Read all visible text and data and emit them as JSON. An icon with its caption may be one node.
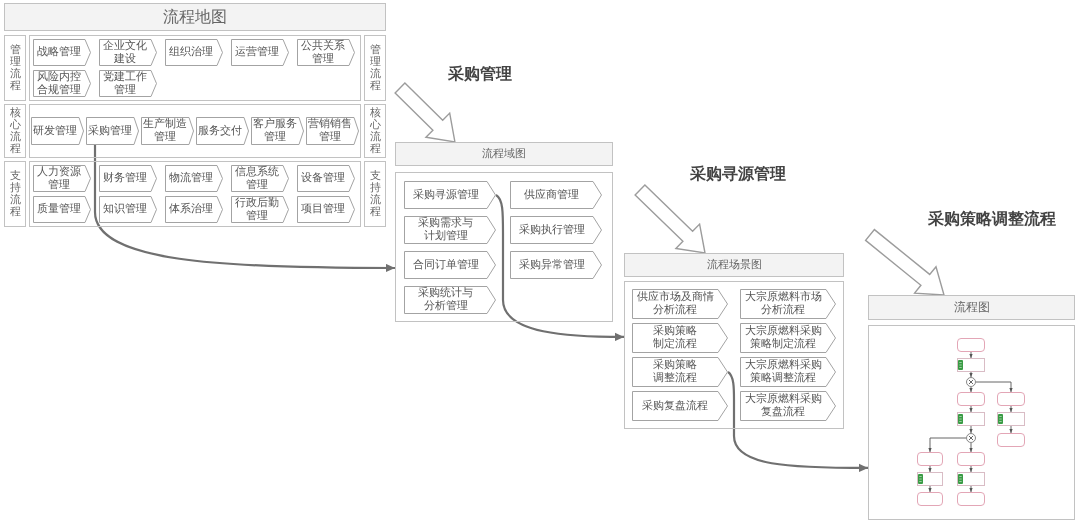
{
  "diagram": {
    "nodes": [
      {
        "text": [
          "流程地图"
        ]
      },
      {
        "text": [
          "管理流程"
        ]
      },
      {
        "text": [],
        "shape": "box"
      },
      {
        "text": [
          "战略管理"
        ],
        "in": 2
      },
      {
        "text": [
          "企业文化建设"
        ],
        "in": 2
      },
      {
        "text": [
          "组织治理"
        ],
        "in": 2
      },
      {
        "text": [
          "运营管理"
        ],
        "in": 2
      },
      {
        "text": [
          "公共关系管理"
        ],
        "in": 2
      },
      {
        "text": [
          "风险内控合规管理"
        ],
        "in": 2
      },
      {
        "text": [
          "党建工作管理"
        ],
        "in": 2
      },
      {
        "text": [
          "管理流程"
        ]
      },
      {
        "text": [
          "核心流程"
        ]
      },
      {
        "text": [],
        "shape": "box"
      },
      {
        "text": [
          "研发管理"
        ],
        "in": 12
      },
      {
        "text": [
          "采购管理"
        ],
        "in": 12
      },
      {
        "text": [
          "生产制造管理"
        ],
        "in": 12
      },
      {
        "text": [
          "服务交付"
        ],
        "in": 12
      },
      {
        "text": [
          "客户服务管理"
        ],
        "in": 12
      },
      {
        "text": [
          "营销销售管理"
        ],
        "in": 12
      },
      {
        "text": [
          "核心流程"
        ]
      },
      {
        "text": [
          "支持流程"
        ]
      },
      {
        "text": [],
        "shape": "box"
      },
      {
        "text": [
          "人力资源管理"
        ],
        "in": 21
      },
      {
        "text": [
          "财务管理"
        ],
        "in": 21
      },
      {
        "text": [
          "物流管理"
        ],
        "in": 21
      },
      {
        "text": [
          "信息系统管理"
        ],
        "in": 21
      },
      {
        "text": [
          "设备管理"
        ],
        "in": 21
      },
      {
        "text": [
          "质量管理"
        ],
        "in": 21
      },
      {
        "text": [
          "知识管理"
        ],
        "in": 21
      },
      {
        "text": [
          "体系治理"
        ],
        "in": 21
      },
      {
        "text": [
          "行政后勤管理"
        ],
        "in": 21
      },
      {
        "text": [
          "项目管理"
        ],
        "in": 21
      },
      {
        "text": [
          "支持流程"
        ]
      },
      {
        "text": [
          "流程域图"
        ]
      },
      {
        "text": [],
        "shape": "box"
      },
      {
        "text": [
          "采购寻源管理"
        ],
        "in": 34
      },
      {
        "text": [
          "供应商管理"
        ],
        "in": 34
      },
      {
        "text": [
          "采购需求与计划管理"
        ],
        "in": 34
      },
      {
        "text": [
          "采购执行管理"
        ],
        "in": 34
      },
      {
        "text": [
          "合同订单管理"
        ],
        "in": 34
      },
      {
        "text": [
          "采购异常管理"
        ],
        "in": 34
      },
      {
        "text": [
          "采购统计与分析管理"
        ],
        "in": 34
      },
      {
        "text": [
          "流程场景图"
        ]
      },
      {
        "text": [],
        "shape": "box"
      },
      {
        "text": [
          "供应市场及商情分析流程"
        ],
        "in": 43
      },
      {
        "text": [
          "大宗原燃料市场分析流程"
        ],
        "in": 43
      },
      {
        "text": [
          "采购策略制定流程"
        ],
        "in": 43
      },
      {
        "text": [
          "大宗原燃料采购策略制定流程"
        ],
        "in": 43
      },
      {
        "text": [
          "采购策略调整流程"
        ],
        "in": 43
      },
      {
        "text": [
          "大宗原燃料采购策略调整流程"
        ],
        "in": 43
      },
      {
        "text": [
          "采购复盘流程"
        ],
        "in": 43
      },
      {
        "text": [
          "大宗原燃料采购复盘流程"
        ],
        "in": 43
      },
      {
        "text": [
          "流程图"
        ]
      },
      {
        "text": [],
        "shape": "box"
      },
      {
        "text": [],
        "shape": "box",
        "in": 53
      },
      {
        "text": [],
        "shape": "box",
        "in": 53
      },
      {
        "text": [],
        "shape": "circle",
        "in": 53
      },
      {
        "text": [],
        "shape": "box",
        "in": 53
      },
      {
        "text": [],
        "shape": "box",
        "in": 53
      },
      {
        "text": [],
        "shape": "box",
        "in": 53
      },
      {
        "text": [],
        "shape": "box",
        "in": 53
      },
      {
        "text": [],
        "shape": "circle",
        "in": 53
      },
      {
        "text": [],
        "shape": "box",
        "in": 53
      },
      {
        "text": [],
        "shape": "box",
        "in": 53
      },
      {
        "text": [],
        "shape": "box",
        "in": 53
      },
      {
        "text": [],
        "shape": "box",
        "in": 53
      },
      {
        "text": [],
        "shape": "box",
        "in": 53
      },
      {
        "text": [],
        "shape": "box",
        "in": 53
      },
      {
        "text": [],
        "shape": "box",
        "in": 53
      }
    ],
    "edges": [
      {
        "from": 14,
        "to": 34,
        "arrow": "to"
      },
      {
        "from": null,
        "to": 33,
        "arrow": "to",
        "label": "采购管理",
        "style": "thick"
      },
      {
        "from": 35,
        "to": 43,
        "arrow": "to"
      },
      {
        "from": null,
        "to": 42,
        "arrow": "to",
        "label": "采购寻源管理",
        "style": "thick"
      },
      {
        "from": 48,
        "to": 53,
        "arrow": "to"
      },
      {
        "from": null,
        "to": 52,
        "arrow": "to",
        "label": "采购策略调整流程",
        "style": "thick"
      },
      {
        "from": 54,
        "to": 55,
        "arrow": "to"
      },
      {
        "from": 55,
        "to": 56,
        "arrow": "to"
      },
      {
        "from": 56,
        "to": 57,
        "arrow": "to"
      },
      {
        "from": 56,
        "to": 58,
        "arrow": "to"
      },
      {
        "from": 57,
        "to": 59,
        "arrow": "to"
      },
      {
        "from": 58,
        "to": 60,
        "arrow": "to"
      },
      {
        "from": 59,
        "to": 61,
        "arrow": "to"
      },
      {
        "from": 60,
        "to": 62,
        "arrow": "to"
      },
      {
        "from": 61,
        "to": 63,
        "arrow": "to"
      },
      {
        "from": 61,
        "to": 64,
        "arrow": "to"
      },
      {
        "from": 63,
        "to": 65,
        "arrow": "to"
      },
      {
        "from": 64,
        "to": 66,
        "arrow": "to"
      },
      {
        "from": 65,
        "to": 67,
        "arrow": "to"
      },
      {
        "from": 66,
        "to": 68,
        "arrow": "to"
      }
    ]
  }
}
